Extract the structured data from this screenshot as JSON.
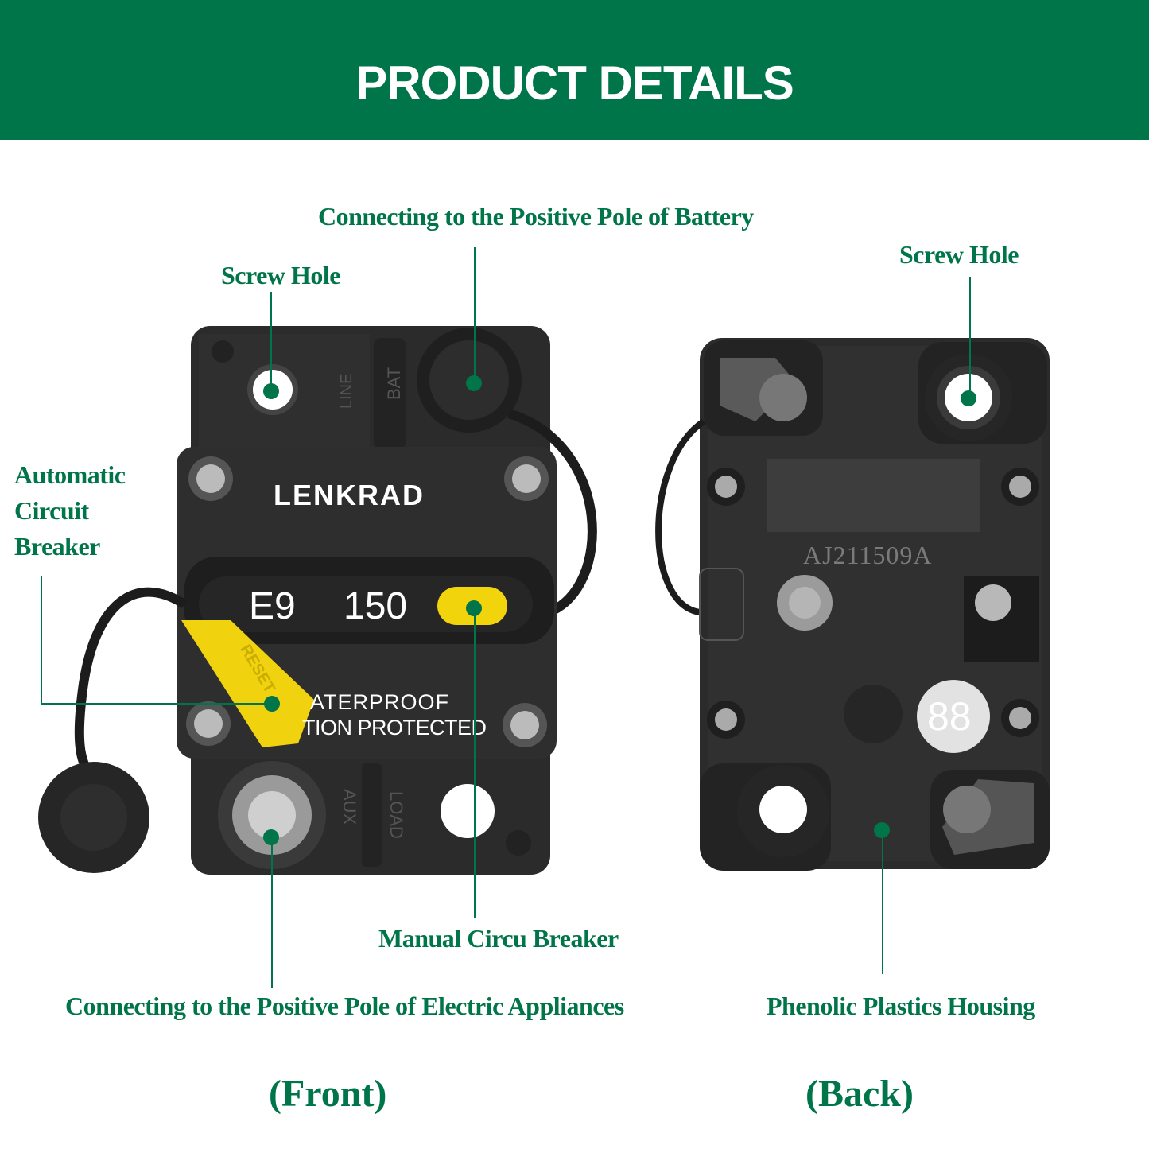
{
  "header": {
    "title": "PRODUCT DETAILS"
  },
  "callouts": {
    "battery": "Connecting to the Positive Pole of Battery",
    "screw_hole_front": "Screw Hole",
    "screw_hole_back": "Screw Hole",
    "automatic_breaker": [
      "Automatic",
      "Circuit",
      "Breaker"
    ],
    "manual_breaker": "Manual Circu Breaker",
    "appliances": "Connecting to the Positive Pole of Electric Appliances",
    "housing": "Phenolic Plastics Housing"
  },
  "views": {
    "front": "(Front)",
    "back": "(Back)"
  },
  "front_device": {
    "brand": "LENKRAD",
    "code": "E9",
    "amperage": "150",
    "text_line1": "ATERPROOF",
    "text_line2": "TION PROTECTED",
    "terminal_top_left": "LINE",
    "terminal_top_right": "BAT",
    "terminal_bottom_left": "AUX",
    "terminal_bottom_right": "LOAD",
    "reset_tab": "RESET"
  },
  "back_device": {
    "serial": "AJ211509A",
    "badge": "88"
  },
  "colors": {
    "brand_green": "#00754a",
    "reset_yellow": "#f0d20f",
    "body": "#2a2a2a"
  }
}
